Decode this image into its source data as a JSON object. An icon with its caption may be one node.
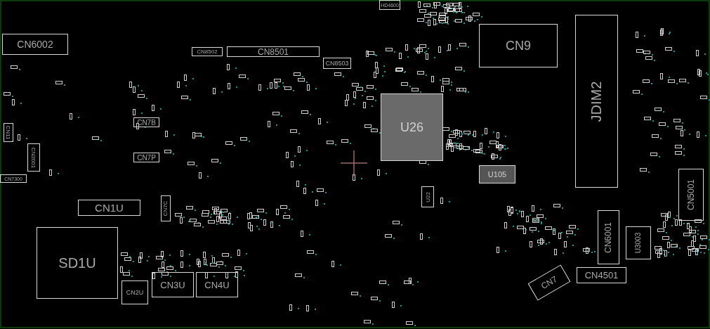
{
  "diagram": {
    "nodes": [
      {
        "text": [
          "CN6002"
        ]
      },
      {
        "text": [
          "CN8502"
        ]
      },
      {
        "text": [
          "CN8501"
        ]
      },
      {
        "text": [
          "HD4600"
        ]
      },
      {
        "text": [
          "CN8503"
        ]
      },
      {
        "text": [
          "CN9"
        ]
      },
      {
        "text": [
          "JDIM2"
        ]
      },
      {
        "text": [
          "U26"
        ]
      },
      {
        "text": [
          "CN7B"
        ]
      },
      {
        "text": [
          "CN7P"
        ]
      },
      {
        "text": [
          "CN11"
        ]
      },
      {
        "text": [
          "CN2001"
        ]
      },
      {
        "text": [
          "CN7300"
        ]
      },
      {
        "text": [
          "CN1U"
        ]
      },
      {
        "text": [
          "CN7C"
        ]
      },
      {
        "text": [
          "SD1U"
        ]
      },
      {
        "text": [
          "CN2U"
        ]
      },
      {
        "text": [
          "CN3U"
        ]
      },
      {
        "text": [
          "CN4U"
        ]
      },
      {
        "text": [
          "U22"
        ]
      },
      {
        "text": [
          "U105"
        ]
      },
      {
        "text": [
          "CN6001"
        ]
      },
      {
        "text": [
          "U3003"
        ]
      },
      {
        "text": [
          "CN5001"
        ]
      },
      {
        "text": [
          "CN4501"
        ]
      },
      {
        "text": [
          "CN7"
        ]
      }
    ]
  }
}
